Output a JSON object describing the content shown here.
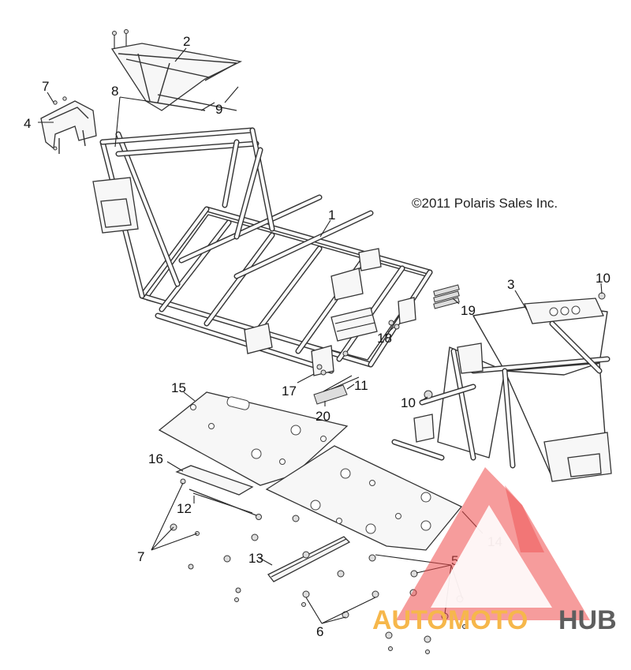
{
  "copyright": "©2011 Polaris Sales Inc.",
  "callouts": [
    "1",
    "2",
    "3",
    "4",
    "5",
    "6",
    "7",
    "7",
    "8",
    "9",
    "10",
    "10",
    "11",
    "12",
    "13",
    "14",
    "15",
    "16",
    "17",
    "18",
    "19",
    "20"
  ],
  "watermark": {
    "parts": [
      "AUTO",
      "MOTO",
      "HUB"
    ],
    "colors": {
      "triangle": "#ee4a4a",
      "auto": "#f6b74b",
      "moto": "#f6b74b",
      "hub": "#5e5e5e"
    }
  }
}
